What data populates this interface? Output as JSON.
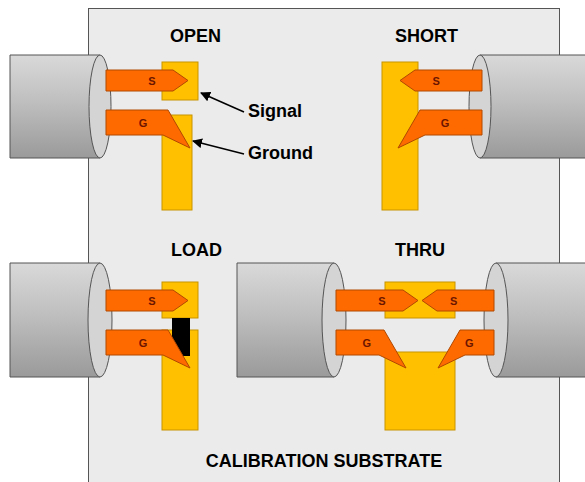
{
  "diagram": {
    "nodes": [
      {
        "text": [
          "CALIBRATION SUBSTRATE"
        ]
      },
      {
        "text": [
          "S"
        ],
        "in": 0
      },
      {
        "text": [
          "S"
        ],
        "in": 0
      },
      {
        "text": [
          "G"
        ],
        "in": 0
      },
      {
        "text": [
          "G"
        ],
        "in": 0
      },
      {
        "text": [
          "S"
        ],
        "in": 0
      },
      {
        "text": [
          "S"
        ],
        "in": 0
      },
      {
        "text": [
          "S"
        ],
        "in": 0
      },
      {
        "text": [
          "G"
        ],
        "in": 0
      },
      {
        "text": [
          "G"
        ],
        "in": 0
      },
      {
        "text": [
          "G"
        ],
        "in": 0
      }
    ],
    "labels": [
      "OPEN",
      "SHORT",
      "Signal",
      "Ground",
      "LOAD",
      "THRU"
    ]
  }
}
